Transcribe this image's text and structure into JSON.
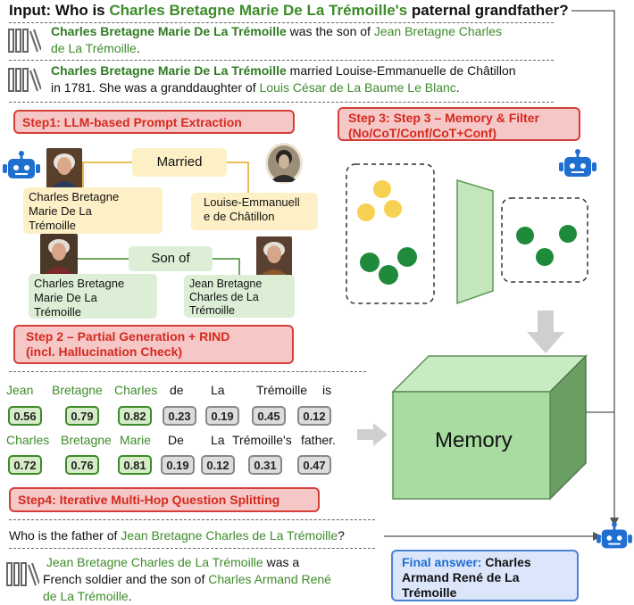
{
  "input": {
    "prefix": "Input: Who is ",
    "entity": "Charles Bretagne Marie De La Trémoille's",
    "suffix": " paternal grandfather?"
  },
  "doc1": {
    "subject": "Charles Bretagne Marie De La Trémoille",
    "mid": " was the son of ",
    "object": "Jean Bretagne Charles",
    "line2": "de La Trémoille",
    "end": "."
  },
  "doc2": {
    "subject": "Charles Bretagne Marie De La Trémoille",
    "mid": " married Louise-Emmanuelle de Châtillon",
    "line2a": "in 1781. She was a granddaughter of ",
    "line2b": "Louis César de La Baume Le Blanc",
    "end": "."
  },
  "step1": "Step1: LLM-based Prompt Extraction",
  "step2": {
    "line1": "Step 2 – Partial Generation + RIND",
    "line2": "(incl. Hallucination Check)"
  },
  "step3": {
    "line1": "Step 3: Step 3 – Memory & Filter",
    "line2": "(No/CoT/Conf/CoT+Conf)"
  },
  "step4": "Step4: Iterative Multi-Hop Question Splitting",
  "graph": {
    "married": "Married",
    "son_of": "Son of",
    "node_a": [
      "Charles Bretagne",
      "Marie De La",
      "Trémoille"
    ],
    "node_b": [
      "Louise-Emmanuell",
      "e de Châtillon"
    ],
    "node_c": [
      "Charles Bretagne",
      "Marie De La",
      "Trémoille"
    ],
    "node_d": [
      "Jean Bretagne",
      "Charles de La",
      "Trémoille"
    ]
  },
  "tokens_row1": [
    {
      "word": "Jean",
      "score": "0.56",
      "hi": true
    },
    {
      "word": "Bretagne",
      "score": "0.79",
      "hi": true
    },
    {
      "word": "Charles",
      "score": "0.82",
      "hi": true
    },
    {
      "word": "de",
      "score": "0.23",
      "hi": false
    },
    {
      "word": "La",
      "score": "0.19",
      "hi": false
    },
    {
      "word": "Trémoille",
      "score": "0.45",
      "hi": false
    },
    {
      "word": "is",
      "score": "0.12",
      "hi": false
    }
  ],
  "tokens_row2": [
    {
      "word": "Charles",
      "score": "0.72",
      "hi": true
    },
    {
      "word": "Bretagne",
      "score": "0.76",
      "hi": true
    },
    {
      "word": "Marie",
      "score": "0.81",
      "hi": true
    },
    {
      "word": "De",
      "score": "0.19",
      "hi": false
    },
    {
      "word": "La",
      "score": "0.12",
      "hi": false
    },
    {
      "word": "Trémoille's",
      "score": "0.31",
      "hi": false
    },
    {
      "word": "father.",
      "score": "0.47",
      "hi": false
    }
  ],
  "memory_label": "Memory",
  "question": {
    "prefix": "Who is the father of ",
    "entity": "Jean Bretagne Charles de La Trémoille",
    "suffix": "?"
  },
  "doc3": {
    "subject": "Jean Bretagne Charles de La Trémoille",
    "line1_end": " was a",
    "line2a": "French soldier and the son of ",
    "line2b": "Charles Armand René",
    "line3a": "de La Trémoille",
    "end": "."
  },
  "final": {
    "label": "Final answer:",
    "answer1": " Charles",
    "answer2": "Armand René de La",
    "answer3": "Trémoille"
  },
  "colors": {
    "green_text": "#3d8c2a",
    "step_fill": "#f6c7c7",
    "step_border": "#d43f3a",
    "memory_front": "#a8dca0",
    "memory_top": "#c9ebc3",
    "memory_side": "#6a9e62",
    "robot_blue": "#1f6fd1",
    "dot_yellow": "#f7d154",
    "dot_green": "#1f8a3a",
    "final_fill": "#dbe6fb",
    "final_border": "#4a82d6"
  }
}
